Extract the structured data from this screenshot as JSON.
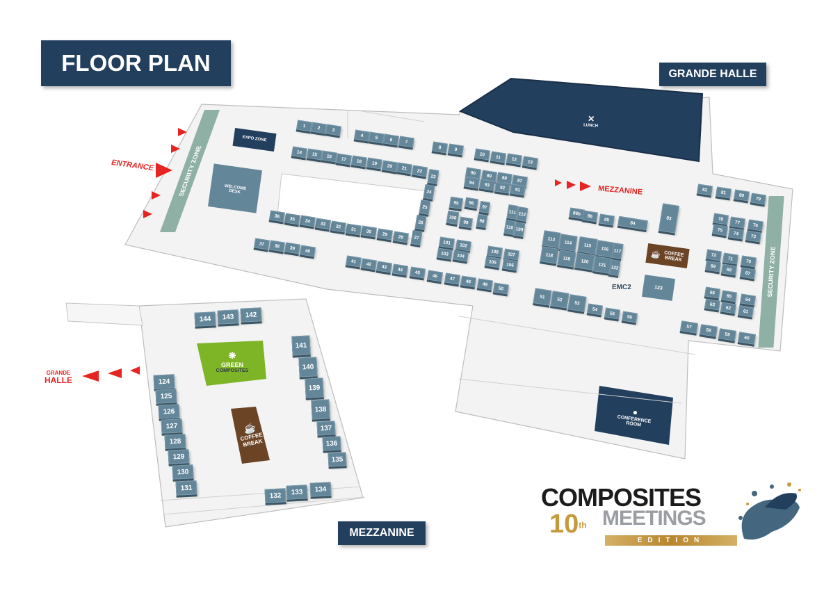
{
  "header": {
    "title": "FLOOR PLAN"
  },
  "labels": {
    "grande_halle": "GRANDE HALLE",
    "mezzanine": "MEZZANINE",
    "entrance": "ENTRANCE",
    "mezzanine_arrow": "MEZZANINE",
    "grande_halle_arrow_line1": "GRANDE",
    "grande_halle_arrow_line2": "HALLE",
    "security_zone": "SECURITY ZONE"
  },
  "zones": {
    "expo_zone": "EXPO ZONE",
    "welcome_desk": "WELCOME DESK",
    "lunch": "LUNCH",
    "coffee_break": "COFFEE BREAK",
    "conference_room_line1": "CONFERENCE",
    "conference_room_line2": "ROOM",
    "green_line1": "GREEN",
    "green_line2": "COMPOSITES",
    "emc2": "EMC2"
  },
  "colors": {
    "navy": "#233f5e",
    "booth": "#648699",
    "security": "#8fb0a4",
    "red": "#e52521",
    "coffee": "#6b4426",
    "green": "#7db526",
    "gold": "#c49a3c"
  },
  "booths": [
    "1",
    "2",
    "3",
    "4",
    "5",
    "6",
    "7",
    "8",
    "9",
    "10",
    "11",
    "12",
    "13",
    "14",
    "15",
    "16",
    "17",
    "18",
    "19",
    "20",
    "21",
    "22",
    "23",
    "24",
    "25",
    "26",
    "27",
    "28",
    "29",
    "30",
    "31",
    "32",
    "33",
    "34",
    "35",
    "36",
    "37",
    "38",
    "39",
    "40",
    "41",
    "42",
    "43",
    "44",
    "45",
    "46",
    "47",
    "48",
    "49",
    "50",
    "90",
    "89",
    "88",
    "87",
    "94",
    "93",
    "92",
    "91",
    "95",
    "96",
    "97",
    "100",
    "99",
    "98",
    "111",
    "112",
    "110",
    "109",
    "101",
    "102",
    "103",
    "104",
    "108",
    "107",
    "105",
    "106",
    "113",
    "114",
    "115",
    "116",
    "117",
    "118",
    "119",
    "120",
    "121",
    "122",
    "123",
    "51",
    "52",
    "53",
    "54",
    "55",
    "56",
    "86b",
    "86",
    "85",
    "84",
    "83",
    "82",
    "81",
    "80",
    "79",
    "78",
    "77",
    "76",
    "75",
    "74",
    "73",
    "72",
    "71",
    "70",
    "69",
    "68",
    "67",
    "66",
    "65",
    "64",
    "63",
    "62",
    "61",
    "57",
    "58",
    "59",
    "60"
  ],
  "mezz_booths": [
    "144",
    "143",
    "142",
    "141",
    "140",
    "139",
    "138",
    "137",
    "136",
    "135",
    "124",
    "125",
    "126",
    "127",
    "128",
    "129",
    "130",
    "131",
    "132",
    "133",
    "134"
  ],
  "logo": {
    "line1": "COMPOSITES",
    "line2": "MEETINGS",
    "edition_num": "10",
    "edition_sup": "th",
    "edition_word": "EDITION"
  }
}
